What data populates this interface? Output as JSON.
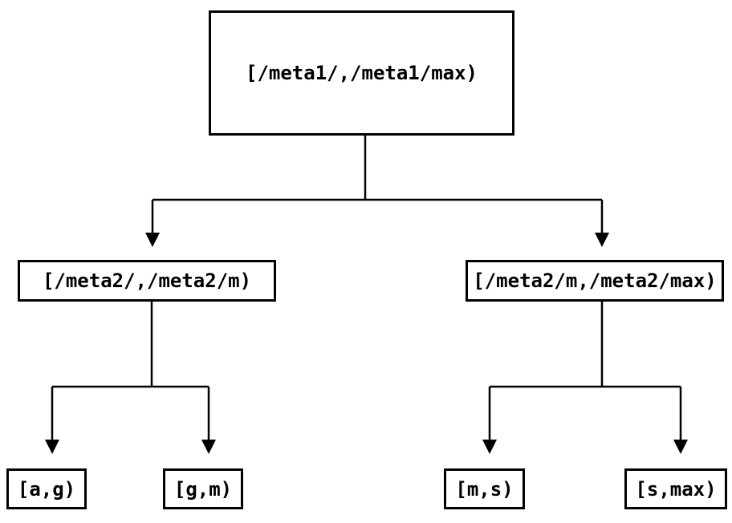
{
  "diagram": {
    "type": "tree",
    "description": "Key-range partition tree with interval nodes",
    "colors": {
      "background": "#ffffff",
      "line": "#000000",
      "text": "#000000"
    },
    "root": {
      "label": "[/meta1/,/meta1/max)"
    },
    "level2": [
      {
        "id": "meta2-left",
        "label": "[/meta2/,/meta2/m)",
        "parent": "root"
      },
      {
        "id": "meta2-right",
        "label": "[/meta2/m,/meta2/max)",
        "parent": "root"
      }
    ],
    "leaves": [
      {
        "id": "leaf-ag",
        "label": "[a,g)",
        "parent": "meta2-left"
      },
      {
        "id": "leaf-gm",
        "label": "[g,m)",
        "parent": "meta2-left"
      },
      {
        "id": "leaf-ms",
        "label": "[m,s)",
        "parent": "meta2-right"
      },
      {
        "id": "leaf-smax",
        "label": "[s,max)",
        "parent": "meta2-right"
      }
    ]
  }
}
